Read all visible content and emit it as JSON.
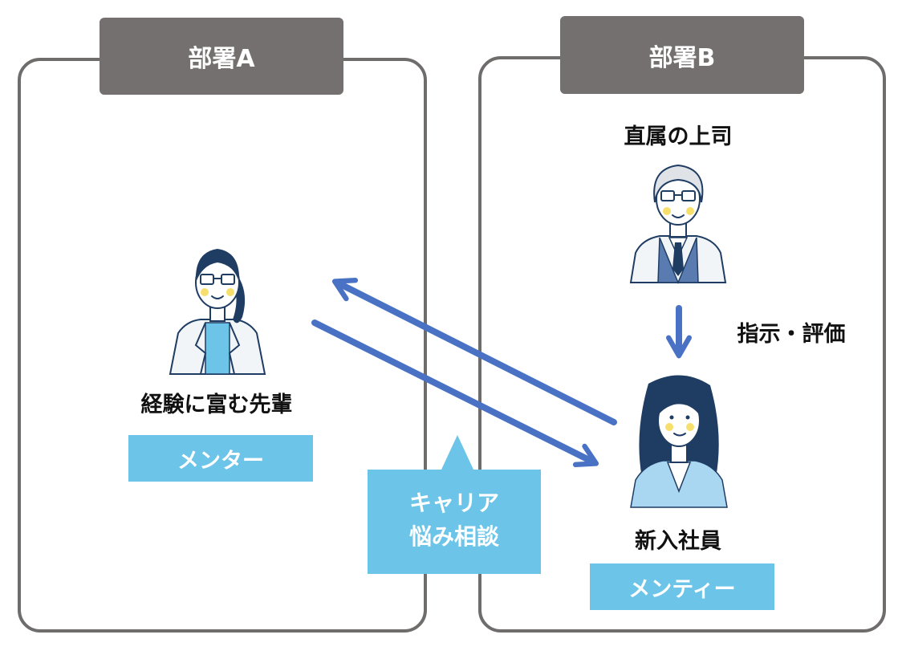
{
  "departments": {
    "a": {
      "title": "部署A"
    },
    "b": {
      "title": "部署B"
    }
  },
  "people": {
    "mentor": {
      "label": "経験に富む先輩",
      "role": "メンター",
      "icon": "female-mentor-icon"
    },
    "boss": {
      "label": "直属の上司",
      "icon": "male-boss-icon"
    },
    "newhire": {
      "label": "新入社員",
      "role": "メンティー",
      "icon": "female-newhire-icon"
    }
  },
  "relations": {
    "boss_to_newhire": "指示・評価",
    "consultation": {
      "line1": "キャリア",
      "line2": "悩み相談"
    }
  },
  "colors": {
    "frame": "#6f6c6c",
    "tab": "#747070",
    "accent": "#6cc4e8",
    "arrow": "#4a72c4"
  }
}
